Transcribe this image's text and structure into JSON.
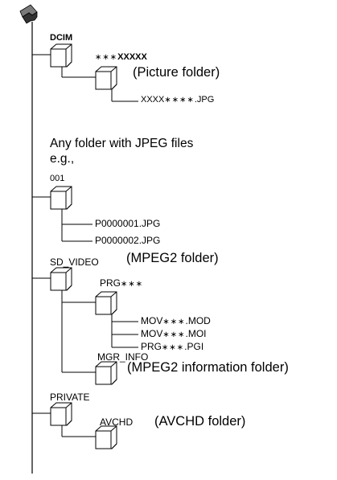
{
  "root": {
    "icon": "sd-card-icon"
  },
  "dcim": {
    "label": "DCIM",
    "picture_folder": {
      "prefix": "∗∗∗",
      "name": "XXXXX",
      "description": "(Picture folder)"
    },
    "file": {
      "prefix": "XXXX",
      "stars": "∗∗∗∗",
      "suffix": ".JPG"
    }
  },
  "jpeg_note": {
    "line1": "Any folder with JPEG files",
    "line2": "e.g.,",
    "folder": "001",
    "files": [
      "P0000001.JPG",
      "P0000002.JPG"
    ]
  },
  "sd_video": {
    "label": "SD_VIDEO",
    "description": "(MPEG2 folder)",
    "prg_folder": {
      "name": "PRG",
      "stars": "∗∗∗"
    },
    "files": [
      {
        "prefix": "MOV",
        "stars": "∗∗∗",
        "suffix": ".MOD"
      },
      {
        "prefix": "MOV",
        "stars": "∗∗∗",
        "suffix": ".MOI"
      },
      {
        "prefix": "PRG",
        "stars": "∗∗∗",
        "suffix": ".PGI"
      }
    ],
    "mgr_info": {
      "name": "MGR_INFO",
      "description": "(MPEG2 information folder)"
    }
  },
  "private": {
    "label": "PRIVATE",
    "avchd": {
      "name": "AVCHD",
      "description": "(AVCHD folder)"
    }
  }
}
